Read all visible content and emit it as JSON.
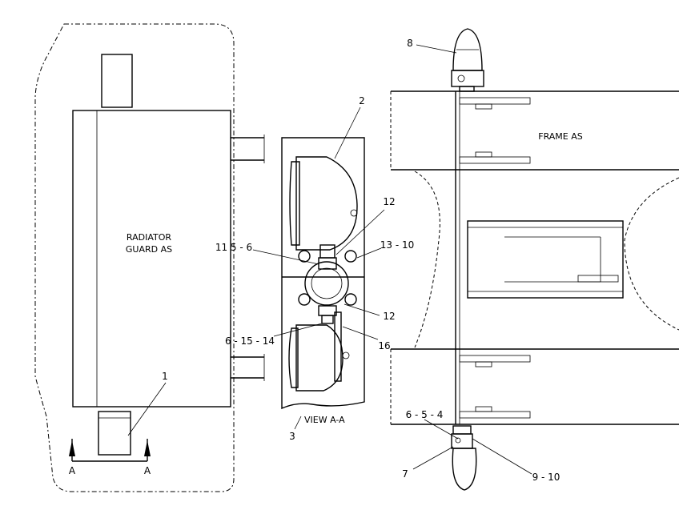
{
  "labels": {
    "radiator_line1": "RADIATOR",
    "radiator_line2": "GUARD AS",
    "frame": "FRAME AS",
    "view": "VIEW A-A",
    "section_a_left": "A",
    "section_a_right": "A"
  },
  "callouts": {
    "c1": "1",
    "c2": "2",
    "c3": "3",
    "c7": "7",
    "c8": "8",
    "c12a": "12",
    "c12b": "12",
    "c16": "16",
    "c11_5_6": "11 5 - 6",
    "c13_10": "13 - 10",
    "c6_15_14": "6 - 15 - 14",
    "c6_5_4": "6 - 5 - 4",
    "c9_10": "9 - 10"
  }
}
